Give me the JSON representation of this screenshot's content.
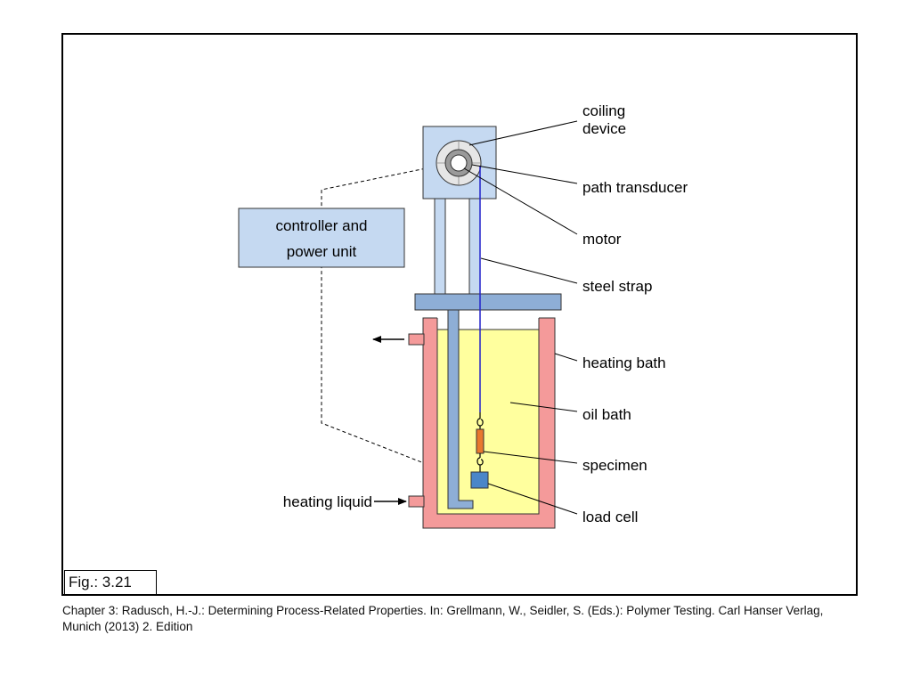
{
  "figure": {
    "label": "Fig.: 3.21",
    "caption": "Chapter 3: Radusch, H.-J.: Determining Process-Related Properties. In: Grellmann, W., Seidler, S. (Eds.): Polymer Testing. Carl Hanser Verlag, Munich (2013) 2. Edition"
  },
  "diagram": {
    "labels": {
      "coiling_device_1": "coiling",
      "coiling_device_2": "device",
      "path_transducer": "path transducer",
      "motor": "motor",
      "steel_strap": "steel strap",
      "heating_bath": "heating bath",
      "oil_bath": "oil bath",
      "specimen": "specimen",
      "load_cell": "load cell",
      "heating_liquid": "heating liquid",
      "controller_1": "controller and",
      "controller_2": "power unit"
    },
    "colors": {
      "device_fill": "#c5d9f1",
      "frame_fill": "#8eaed6",
      "heating_bath_fill": "#f49a9a",
      "oil_fill": "#ffff9e",
      "specimen_fill": "#e8782e",
      "load_cell_fill": "#4a86c8",
      "strap_color": "#2222cc"
    }
  }
}
